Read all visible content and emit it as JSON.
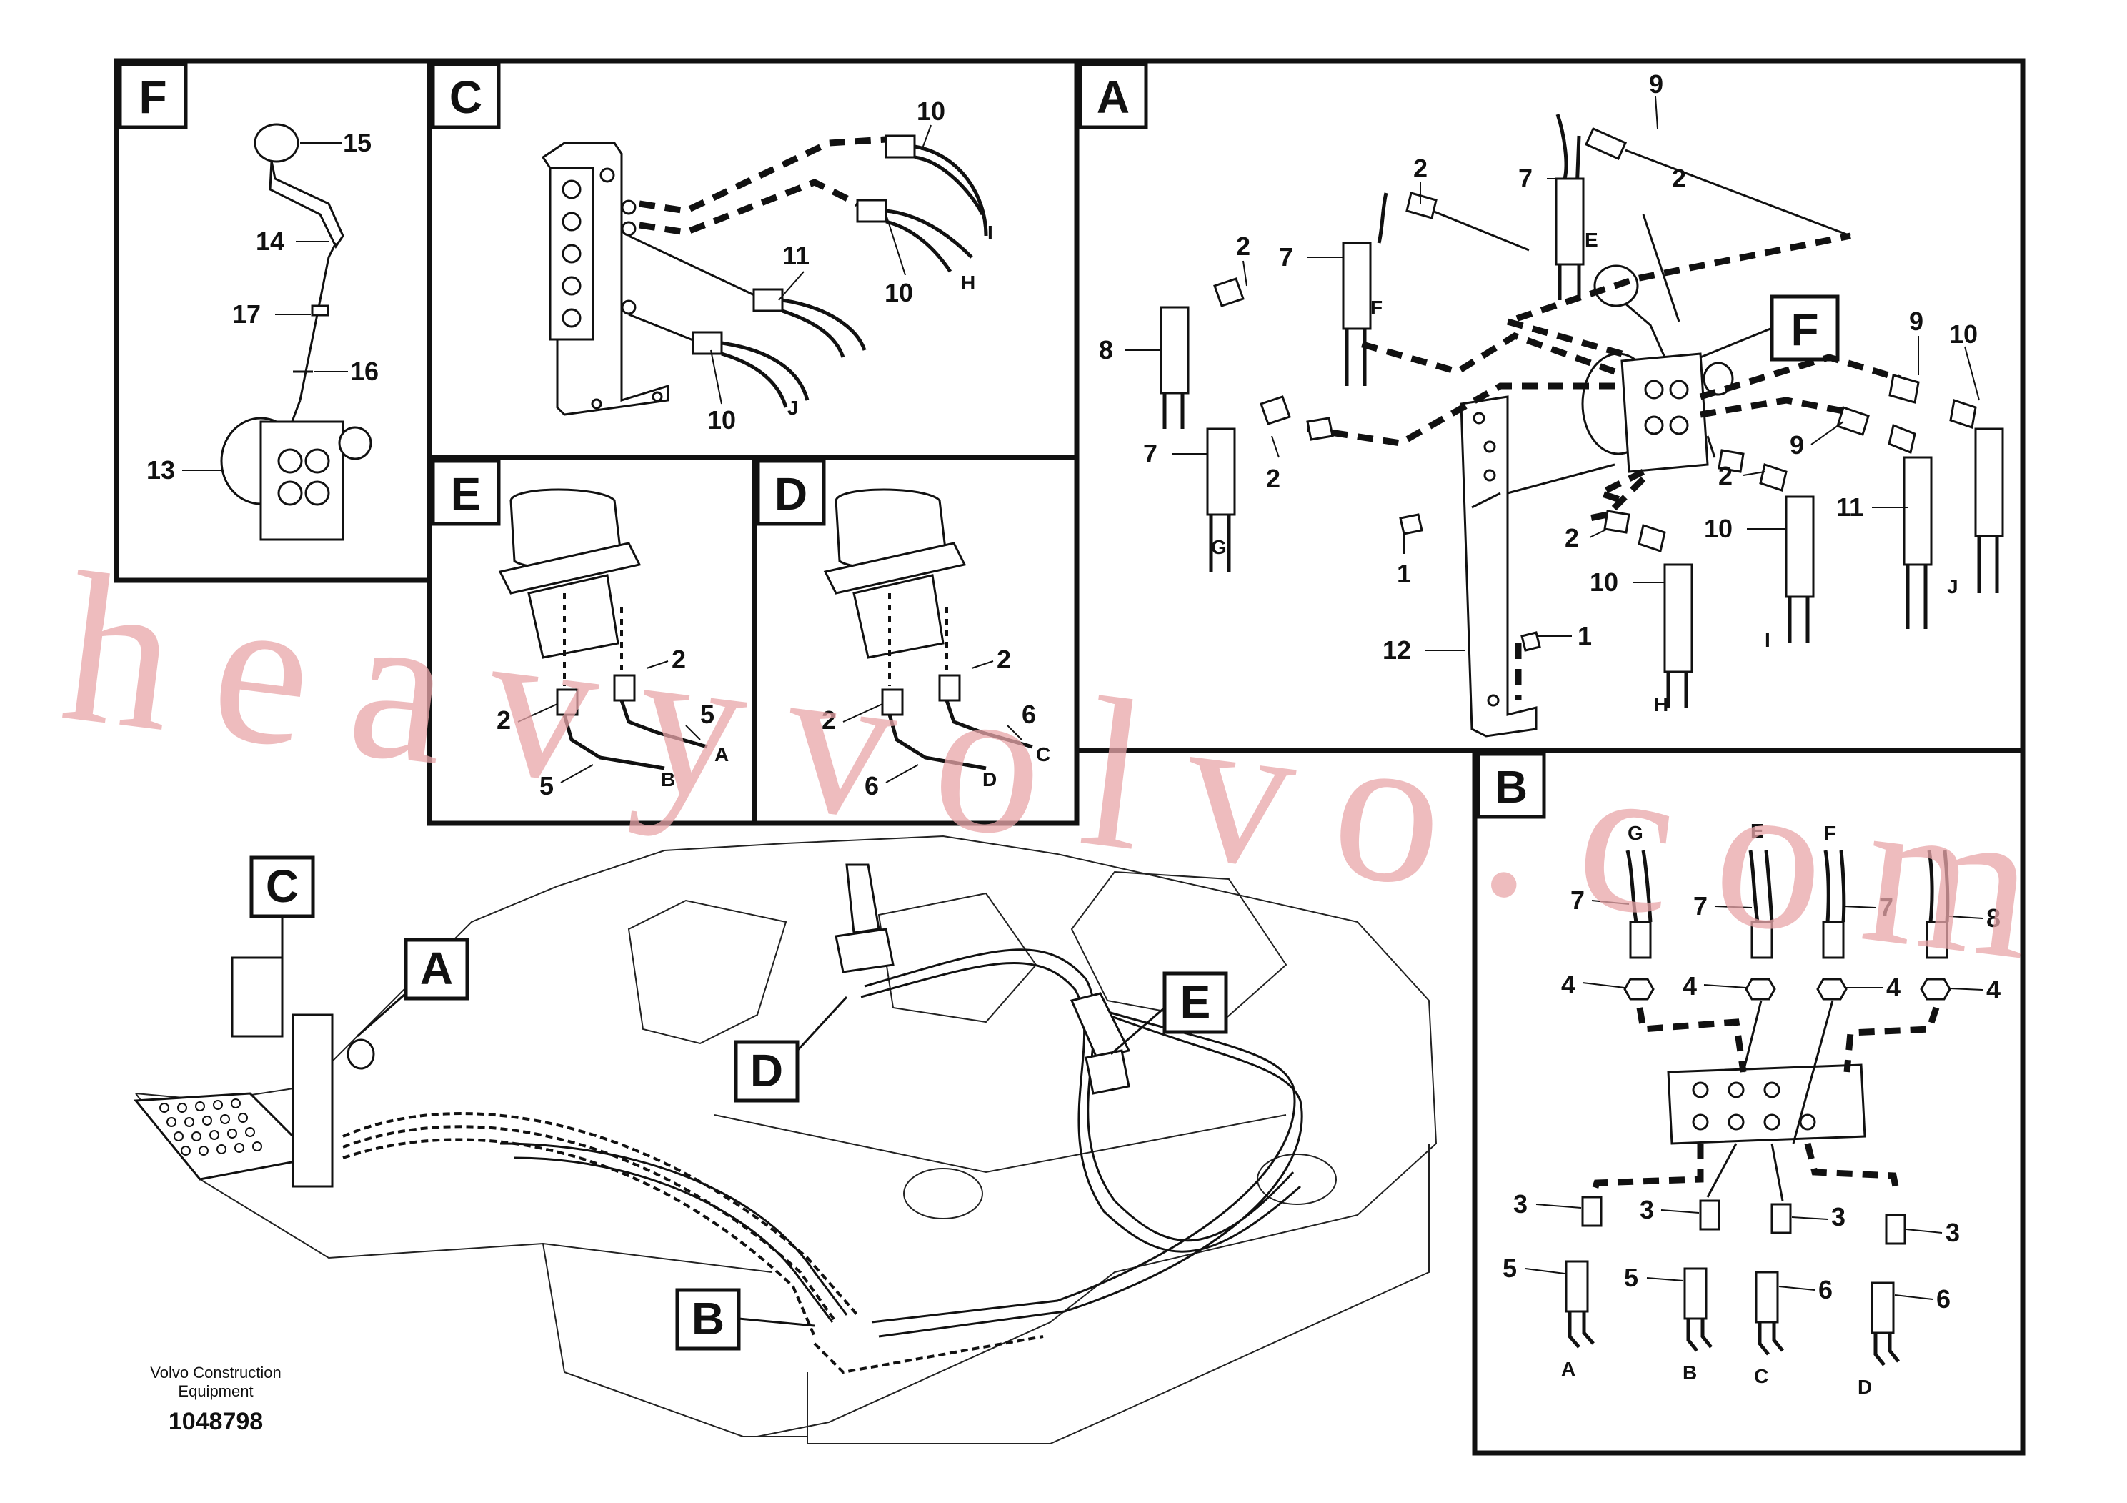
{
  "watermark": "heavyvolvo.com",
  "footer": {
    "brand_line1": "Volvo Construction",
    "brand_line2": "Equipment",
    "drawing_number": "1048798"
  },
  "panels": {
    "F": {
      "letter": "F",
      "callouts": [
        "15",
        "14",
        "17",
        "16",
        "13"
      ]
    },
    "C": {
      "letter": "C",
      "callouts": [
        "10",
        "10",
        "11",
        "10"
      ],
      "hose_tags": [
        "I",
        "H",
        "J"
      ]
    },
    "A": {
      "letter": "A",
      "callouts": [
        "9",
        "7",
        "2",
        "2",
        "7",
        "8",
        "7",
        "2",
        "2",
        "9",
        "10",
        "9",
        "2",
        "10",
        "11",
        "2",
        "10",
        "1",
        "1",
        "12"
      ],
      "hose_tags": [
        "E",
        "F",
        "G",
        "I",
        "J",
        "H"
      ],
      "inset_ref": "F"
    },
    "E": {
      "letter": "E",
      "callouts": [
        "2",
        "2",
        "5",
        "5"
      ],
      "hose_tags": [
        "A",
        "B"
      ]
    },
    "D": {
      "letter": "D",
      "callouts": [
        "2",
        "2",
        "6",
        "6"
      ],
      "hose_tags": [
        "C",
        "D"
      ]
    },
    "B": {
      "letter": "B",
      "callouts": [
        "7",
        "7",
        "7",
        "8",
        "4",
        "4",
        "4",
        "4",
        "3",
        "3",
        "3",
        "3",
        "5",
        "5",
        "6",
        "6"
      ],
      "hose_tags_top": [
        "G",
        "E",
        "F"
      ],
      "hose_tags_bottom": [
        "A",
        "B",
        "C",
        "D"
      ]
    }
  },
  "overview_refs": [
    "C",
    "A",
    "D",
    "E",
    "B"
  ]
}
